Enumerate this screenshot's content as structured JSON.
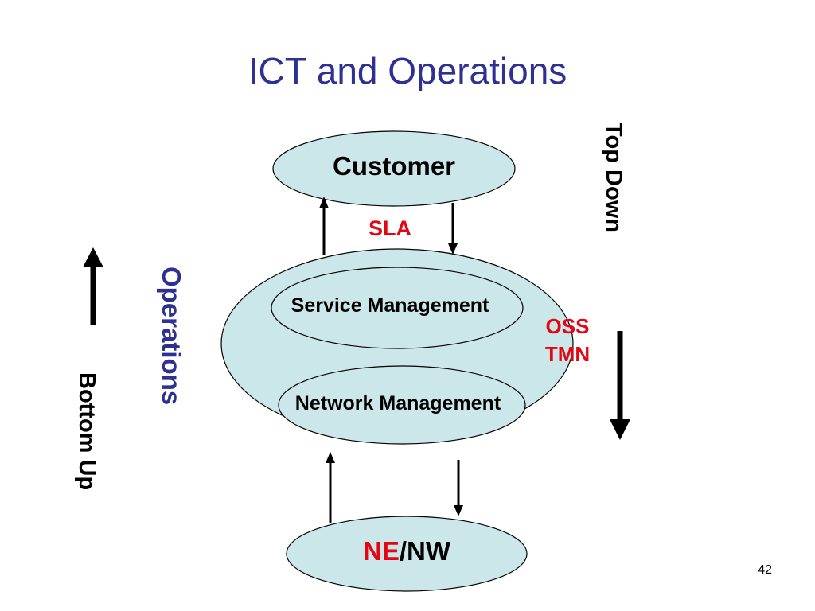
{
  "slide": {
    "title": "ICT and Operations",
    "page_number": "42"
  },
  "diagram": {
    "customer_label": "Customer",
    "sla_label": "SLA",
    "service_management_label": "Service Management",
    "network_management_label": "Network Management",
    "oss_label": "OSS",
    "tmn_label": "TMN",
    "ne_label": "NE",
    "separator": "/",
    "nw_label": "NW",
    "operations_label": "Operations",
    "top_down_label": "Top Down",
    "bottom_up_label": "Bottom Up"
  },
  "colors": {
    "title_blue": "#2e3192",
    "accent_red": "#e30613",
    "ellipse_fill": "#cce7ea",
    "stroke": "#000000"
  }
}
